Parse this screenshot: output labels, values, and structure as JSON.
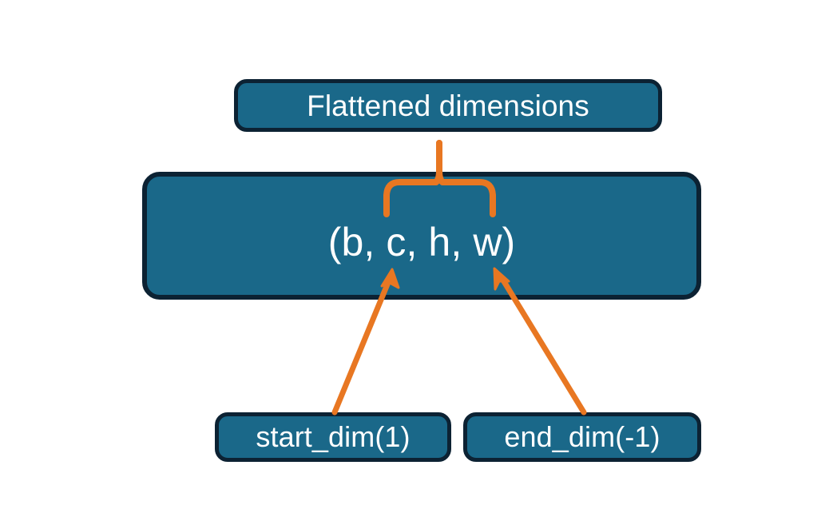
{
  "diagram": {
    "title_node": {
      "label": "Flattened dimensions"
    },
    "shape_node": {
      "label": "(b, c, h, w)"
    },
    "start_node": {
      "label": "start_dim(1)"
    },
    "end_node": {
      "label": "end_dim(-1)"
    },
    "connectors": {
      "brace_name": "curly-brace-connector",
      "left_arrow_name": "start-dim-arrow",
      "right_arrow_name": "end-dim-arrow"
    },
    "colors": {
      "box_fill": "#1a6889",
      "box_border": "#0c2233",
      "accent_orange": "#e87722",
      "text": "#ffffff",
      "background": "#ffffff"
    }
  }
}
